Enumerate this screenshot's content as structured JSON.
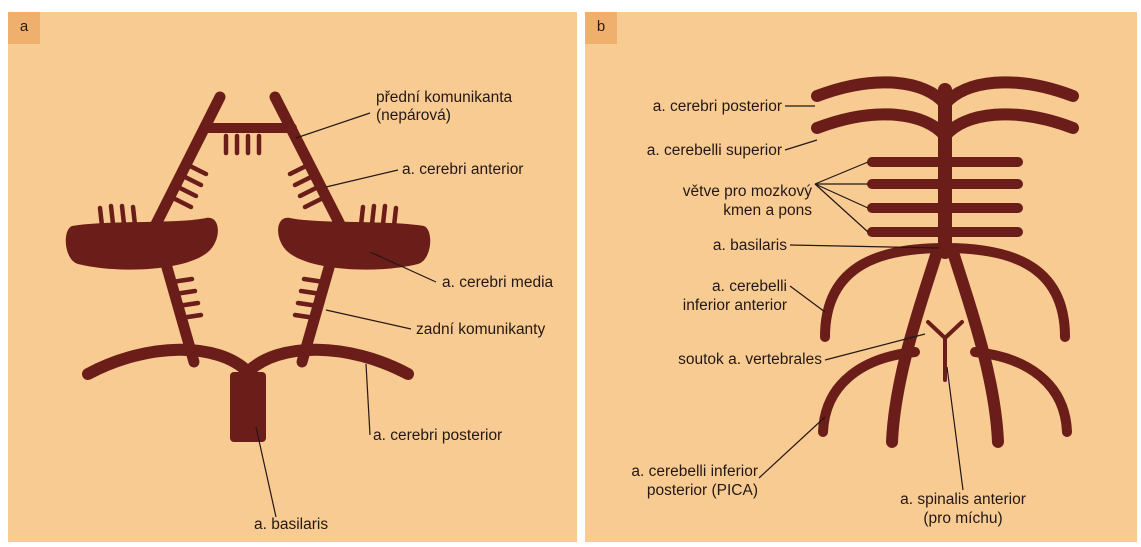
{
  "panel_a": {
    "tag": "a",
    "labels": {
      "anterior_communicating_1": "přední komunikanta",
      "anterior_communicating_2": "(nepárová)",
      "cerebri_anterior": "a. cerebri anterior",
      "cerebri_media": "a. cerebri media",
      "posterior_communicating": "zadní komunikanty",
      "cerebri_posterior": "a. cerebri posterior",
      "basilaris": "a. basilaris"
    }
  },
  "panel_b": {
    "tag": "b",
    "labels": {
      "cerebri_posterior": "a. cerebri posterior",
      "cerebelli_superior": "a. cerebelli superior",
      "branches_1": "větve pro mozkový",
      "branches_2": "kmen a pons",
      "basilaris": "a. basilaris",
      "cerebelli_inf_ant_1": "a. cerebelli",
      "cerebelli_inf_ant_2": "inferior anterior",
      "vertebrales": "soutok a. vertebrales",
      "pica_1": "a. cerebelli inferior",
      "pica_2": "posterior (PICA)",
      "spinalis_1": "a. spinalis anterior",
      "spinalis_2": "(pro míchu)"
    }
  },
  "colors": {
    "vessel": "#6b1d1a",
    "background": "#f8cb92",
    "tag_background": "#efb06e"
  }
}
